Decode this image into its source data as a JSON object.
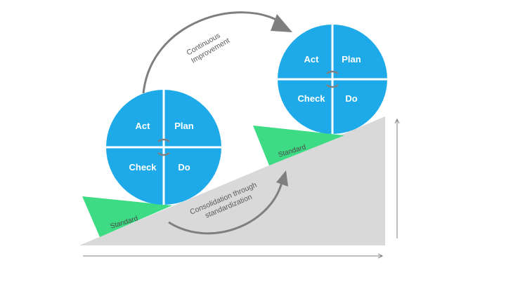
{
  "diagram": {
    "lower_cycle": {
      "quadrants": {
        "act": "Act",
        "plan": "Plan",
        "check": "Check",
        "do": "Do"
      }
    },
    "upper_cycle": {
      "quadrants": {
        "act": "Act",
        "plan": "Plan",
        "check": "Check",
        "do": "Do"
      }
    },
    "lower_wedge_label": "Standard",
    "upper_wedge_label": "Standard",
    "improvement_arrow": {
      "line1": "Continuous",
      "line2": "Improvement"
    },
    "consolidation_arrow": {
      "line1": "Consolidation through",
      "line2": "standardization"
    },
    "colors": {
      "circle": "#1eaae9",
      "wedge": "#3ddc84",
      "slope": "#d9d9d9",
      "arrow": "#7f7f7f",
      "axis": "#808080"
    }
  }
}
